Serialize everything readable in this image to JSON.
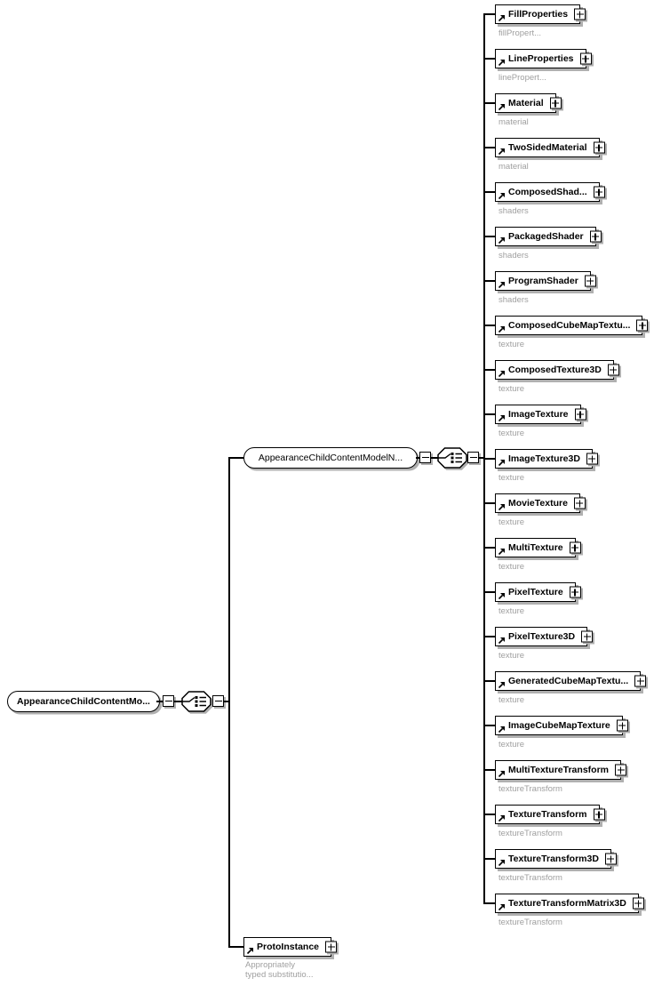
{
  "diagram_type": "xml-schema-content-model",
  "colors": {
    "line": "#000000",
    "box_fill": "#ffffff",
    "shadow": "#b0b0b0",
    "annotation_text": "#9f9f9f"
  },
  "icons": {
    "compositor": "choice-compositor-icon",
    "collapse": "minus-icon",
    "expand": "plus-icon",
    "reference": "arrow-northeast-icon"
  },
  "root": {
    "label": "AppearanceChildContentMo..."
  },
  "group_ref": {
    "label": "AppearanceChildContentModelN..."
  },
  "elements": [
    {
      "label": "FillProperties",
      "annotation": "fillPropert..."
    },
    {
      "label": "LineProperties",
      "annotation": "linePropert..."
    },
    {
      "label": "Material",
      "annotation": "material"
    },
    {
      "label": "TwoSidedMaterial",
      "annotation": "material"
    },
    {
      "label": "ComposedShad...",
      "annotation": "shaders"
    },
    {
      "label": "PackagedShader",
      "annotation": "shaders"
    },
    {
      "label": "ProgramShader",
      "annotation": "shaders"
    },
    {
      "label": "ComposedCubeMapTextu...",
      "annotation": "texture"
    },
    {
      "label": "ComposedTexture3D",
      "annotation": "texture"
    },
    {
      "label": "ImageTexture",
      "annotation": "texture"
    },
    {
      "label": "ImageTexture3D",
      "annotation": "texture"
    },
    {
      "label": "MovieTexture",
      "annotation": "texture"
    },
    {
      "label": "MultiTexture",
      "annotation": "texture"
    },
    {
      "label": "PixelTexture",
      "annotation": "texture"
    },
    {
      "label": "PixelTexture3D",
      "annotation": "texture"
    },
    {
      "label": "GeneratedCubeMapTextu...",
      "annotation": "texture"
    },
    {
      "label": "ImageCubeMapTexture",
      "annotation": "texture"
    },
    {
      "label": "MultiTextureTransform",
      "annotation": "textureTransform"
    },
    {
      "label": "TextureTransform",
      "annotation": "textureTransform"
    },
    {
      "label": "TextureTransform3D",
      "annotation": "textureTransform"
    },
    {
      "label": "TextureTransformMatrix3D",
      "annotation": "textureTransform"
    }
  ],
  "proto_instance": {
    "label": "ProtoInstance",
    "annotation_lines": [
      "Appropriately",
      "typed substitutio..."
    ]
  }
}
